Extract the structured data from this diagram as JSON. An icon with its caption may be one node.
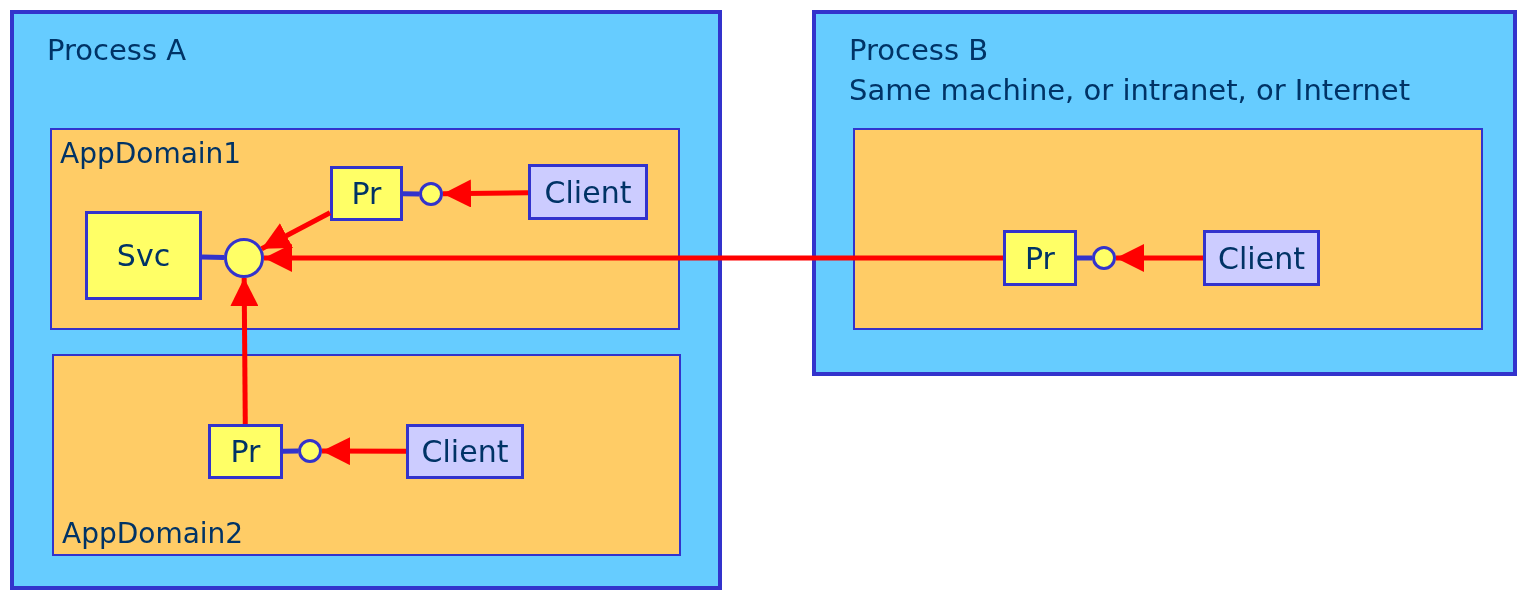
{
  "diagram": {
    "nodes": [
      {
        "text": [
          "Process A"
        ]
      },
      {
        "text": [
          "AppDomain1"
        ],
        "in": 0
      },
      {
        "text": [
          "Svc"
        ],
        "in": 1
      },
      {
        "text": [],
        "shape": "circle",
        "in": 1
      },
      {
        "text": [
          "Pr"
        ],
        "in": 1
      },
      {
        "text": [],
        "shape": "circle",
        "in": 1
      },
      {
        "text": [
          "Client"
        ],
        "in": 1
      },
      {
        "text": [
          "AppDomain2"
        ],
        "in": 0
      },
      {
        "text": [
          "Pr"
        ],
        "in": 7
      },
      {
        "text": [],
        "shape": "circle",
        "in": 7
      },
      {
        "text": [
          "Client"
        ],
        "in": 7
      },
      {
        "text": [
          "Process B",
          "Same machine, or intranet, or Internet"
        ]
      },
      {
        "text": [],
        "shape": "box",
        "in": 11
      },
      {
        "text": [
          "Pr"
        ],
        "in": 12
      },
      {
        "text": [],
        "shape": "circle",
        "in": 12
      },
      {
        "text": [
          "Client"
        ],
        "in": 12
      }
    ],
    "edges": [
      {
        "from": 2,
        "to": 3,
        "arrow": "none",
        "color": "#3333cc"
      },
      {
        "from": 4,
        "to": 5,
        "arrow": "none",
        "color": "#3333cc"
      },
      {
        "from": 6,
        "to": 5,
        "arrow": "to"
      },
      {
        "from": 4,
        "to": 3,
        "arrow": "to"
      },
      {
        "from": 8,
        "to": 9,
        "arrow": "none",
        "color": "#3333cc"
      },
      {
        "from": 10,
        "to": 9,
        "arrow": "to"
      },
      {
        "from": 8,
        "to": 3,
        "arrow": "to"
      },
      {
        "from": 13,
        "to": 14,
        "arrow": "none",
        "color": "#3333cc"
      },
      {
        "from": 15,
        "to": 14,
        "arrow": "to"
      },
      {
        "from": 13,
        "to": 3,
        "arrow": "to"
      }
    ]
  }
}
